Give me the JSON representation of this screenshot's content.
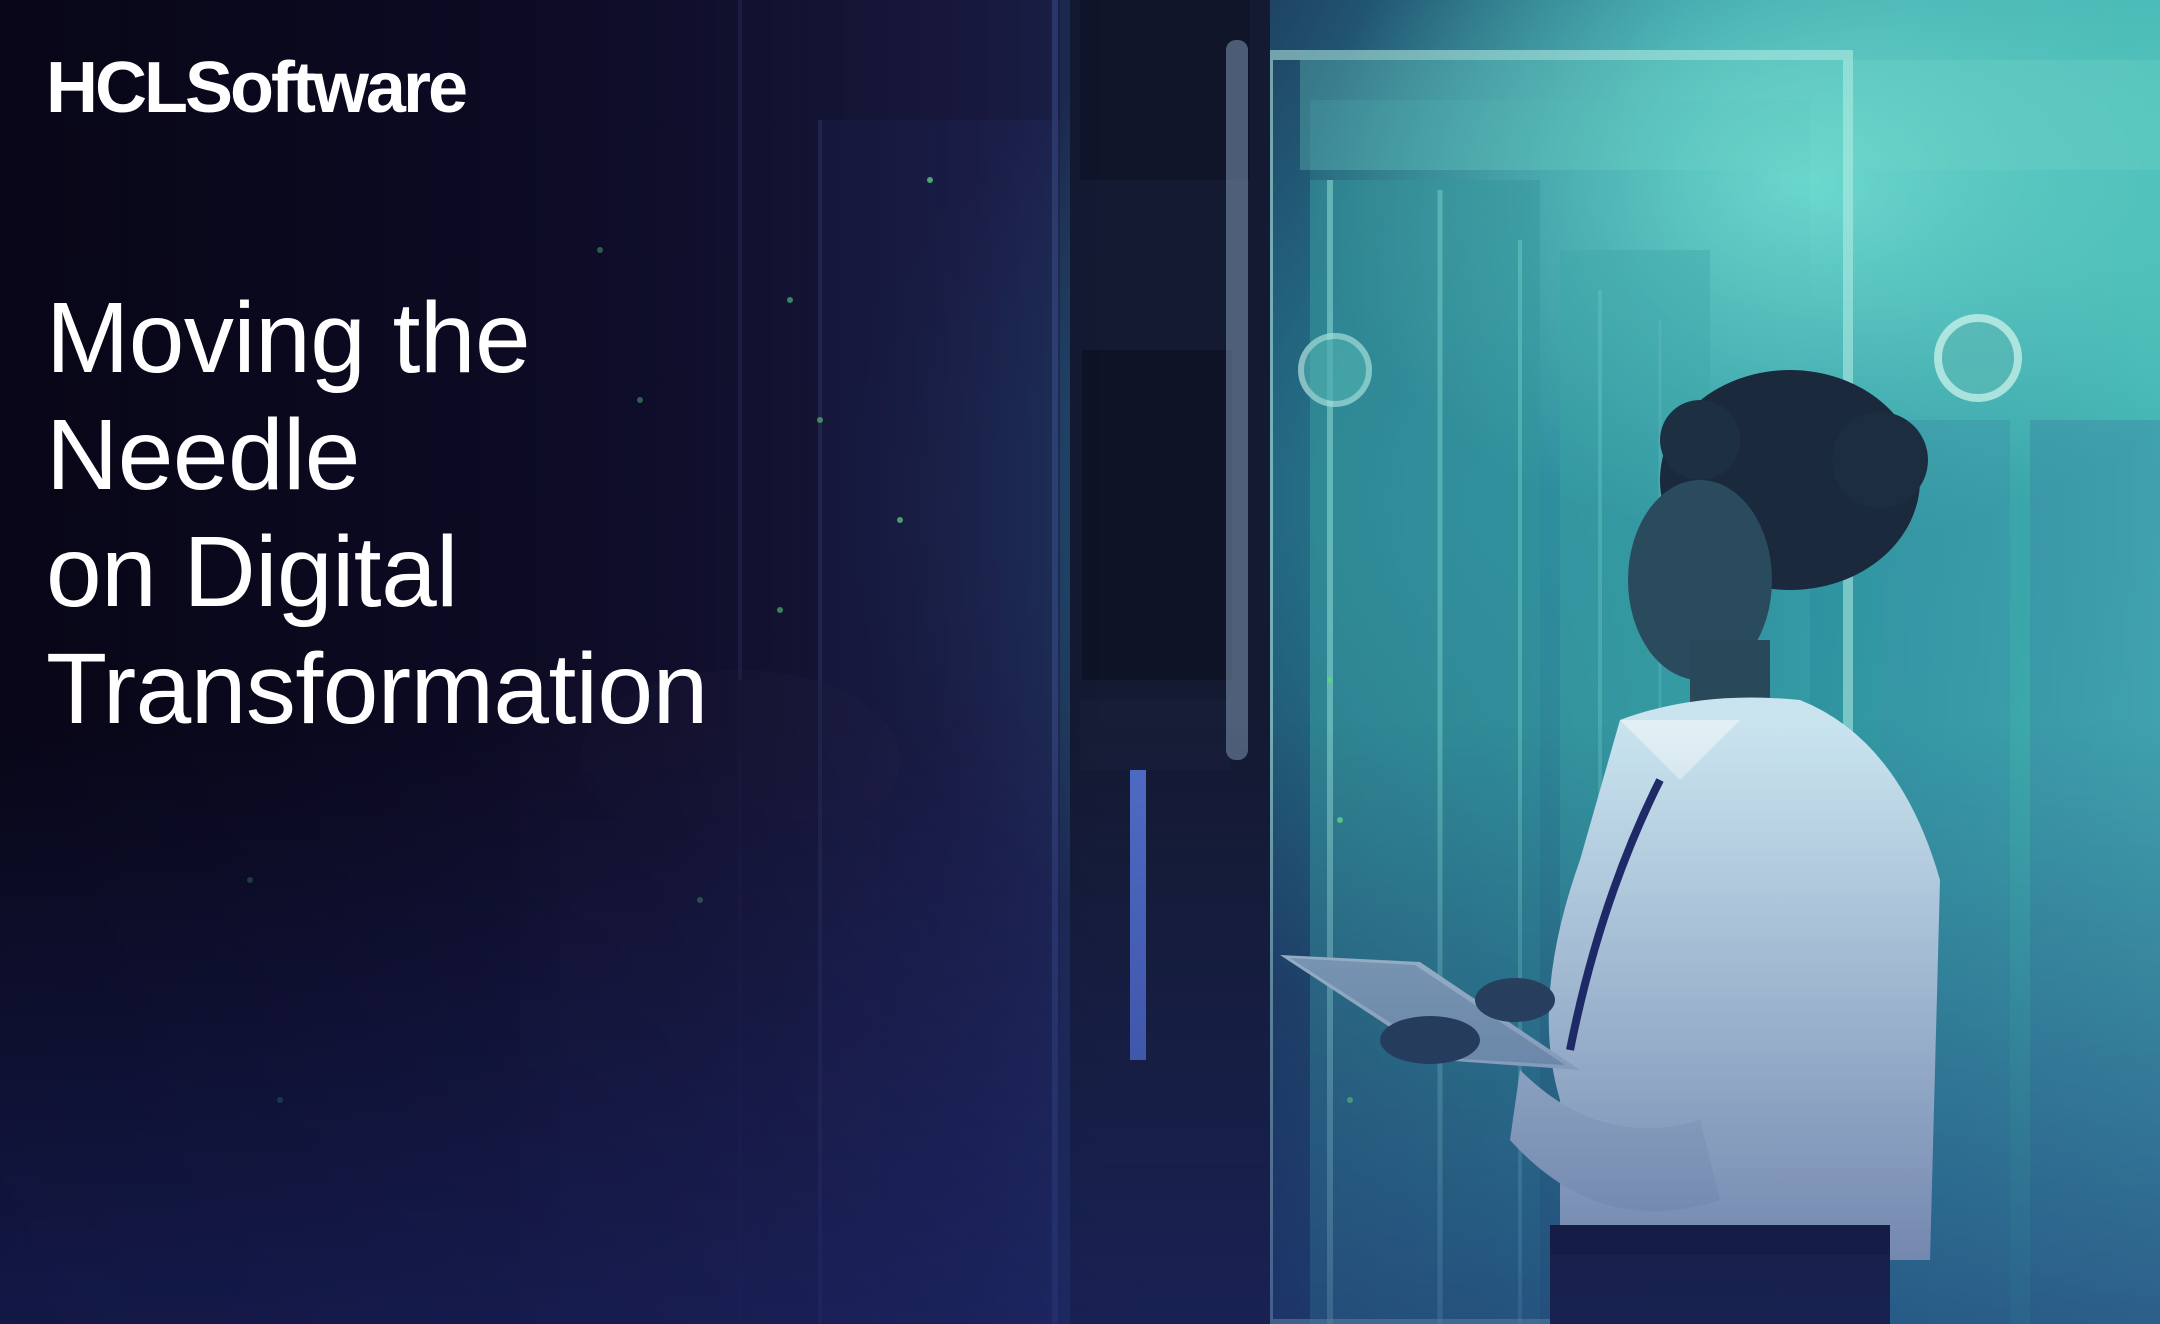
{
  "brand": {
    "logo_text": "HCLSoftware"
  },
  "headline": {
    "lines": [
      "Moving the",
      "Needle",
      "on Digital",
      "Transformation"
    ]
  },
  "colors": {
    "text": "#ffffff",
    "bg_dark": "#0b0a20",
    "bg_teal": "#46b8b4",
    "bg_blue": "#1f4766"
  },
  "image": {
    "subject": "woman-with-tablet-in-server-room"
  }
}
